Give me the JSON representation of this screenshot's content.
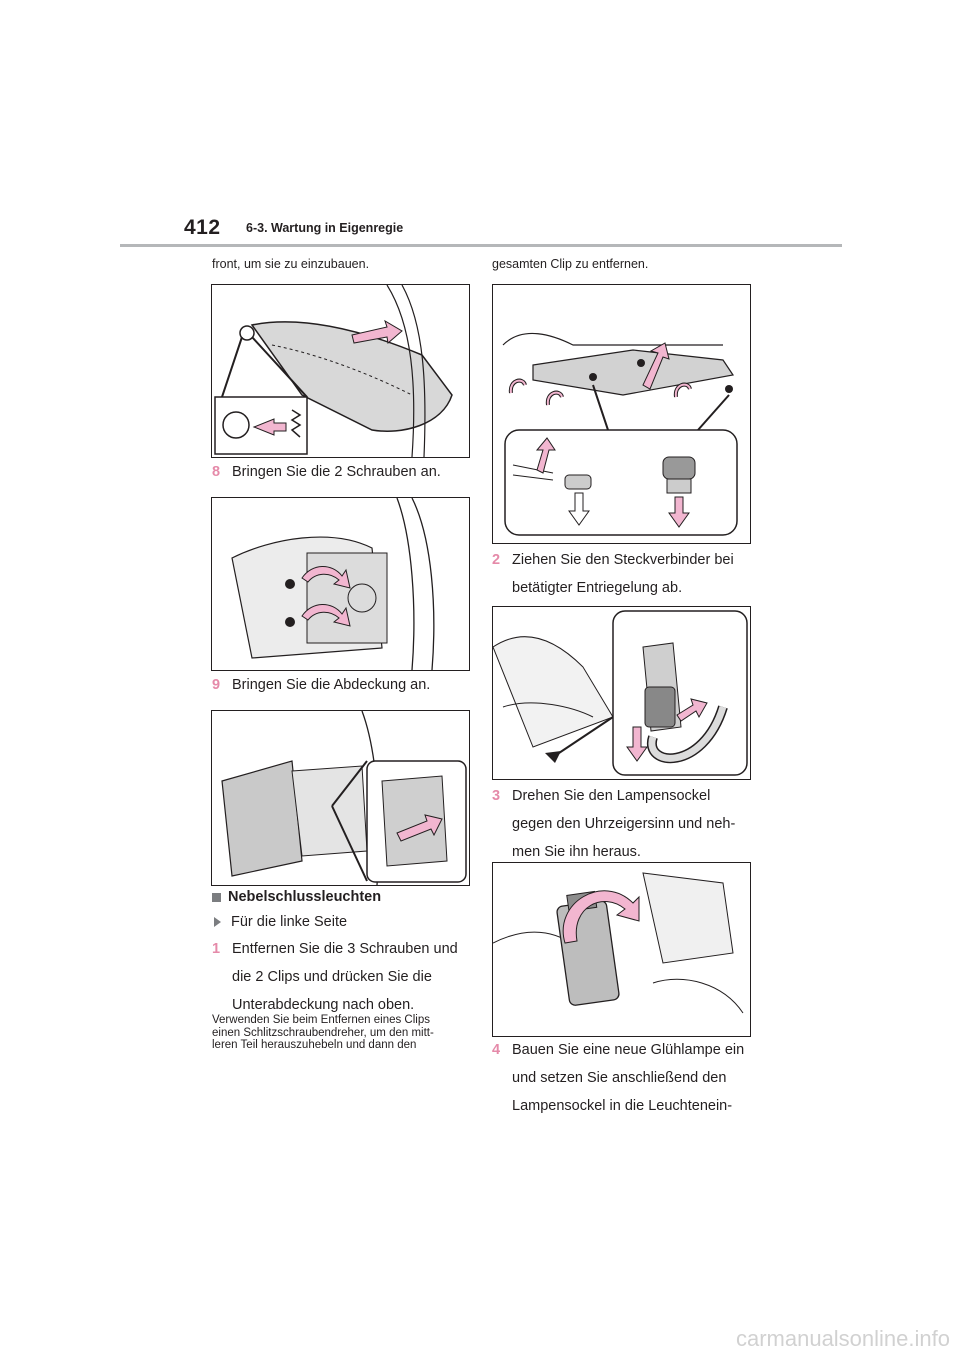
{
  "header": {
    "page_number": "412",
    "section_title": "6-3. Wartung in Eigenregie"
  },
  "left": {
    "continuation": "front, um sie zu einzubauen.",
    "steps": [
      {
        "num": "8",
        "text": "Bringen Sie die 2 Schrauben an."
      },
      {
        "num": "9",
        "text": "Bringen Sie die Abdeckung an."
      }
    ],
    "heading": "Nebelschlussleuchten",
    "subheading": "Für die linke Seite",
    "step1": {
      "num": "1",
      "lines": [
        "Entfernen Sie die 3 Schrauben und",
        "die 2 Clips und drücken Sie die",
        "Unterabdeckung nach oben."
      ]
    },
    "note_lines": [
      "Verwenden Sie beim Entfernen eines Clips",
      "einen Schlitzschraubendreher, um den mitt-",
      "leren Teil herauszuhebeln und dann den"
    ]
  },
  "right": {
    "continuation": "gesamten Clip zu entfernen.",
    "step2": {
      "num": "2",
      "lines": [
        "Ziehen Sie den Steckverbinder bei",
        "betätigter Entriegelung ab."
      ]
    },
    "step3": {
      "num": "3",
      "lines": [
        "Drehen Sie den Lampensockel",
        "gegen den Uhrzeigersinn und neh-",
        "men Sie ihn heraus."
      ]
    },
    "step4": {
      "num": "4",
      "lines": [
        "Bauen Sie eine neue Glühlampe ein",
        "und setzen Sie anschließend den",
        "Lampensockel in die Leuchtenein-"
      ]
    }
  },
  "footer": {
    "watermark": "carmanualsonline.info"
  },
  "colors": {
    "accent_pink": "#e58aa9",
    "arrow_fill": "#f2b6d0",
    "rule_gray": "#b5b7b9"
  }
}
